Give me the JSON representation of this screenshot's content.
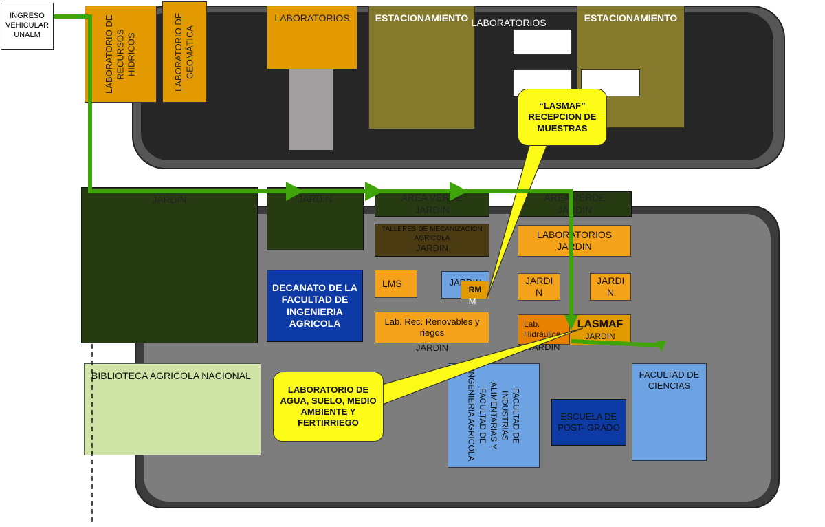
{
  "ingreso": "INGRESO VEHICULAR UNALM",
  "top_zone": {
    "lab_recursos": "LABORATORIO DE RECURSOS HIDRICOS",
    "lab_geomatica": "LABORATORIO DE GEOMÁTICA",
    "laboratorios_1": "LABORATORIOS",
    "estacionamiento_1": "ESTACIONAMIENTO",
    "laboratorios_2": "LABORATORIOS",
    "estacionamiento_2": "ESTACIONAMIENTO"
  },
  "gardens": {
    "jardin_big": "JARDIN",
    "jardin_mid": "JARDIN",
    "area_verde_1": "AREA VERDE",
    "area_verde_1_sub": "JARDIN",
    "area_verde_2": "AREA VERDE",
    "area_verde_2_sub": "JARDIN"
  },
  "buildings": {
    "talleres": "TALLERES DE MECANIZACION AGRICOLA",
    "talleres_sub": "JARDIN",
    "laboratorios_b": "LABORATORIOS",
    "laboratorios_b_sub": "JARDIN",
    "decanato": "DECANATO DE LA FACULTAD DE INGENIERIA AGRICOLA",
    "lms": "LMS",
    "jardin_small_1": "JARDIN",
    "rm": "RM",
    "rm_sub": "M",
    "jardin_n1": "JARDI N",
    "jardin_n2": "JARDI N",
    "lab_rec": "Lab. Rec. Renovables y riegos",
    "lab_rec_sub": "JARDIN",
    "lab_hidraulica": "Lab. Hidráulica",
    "lab_hidraulica_sub": "JARDIN",
    "lasmaf": "LASMAF",
    "lasmaf_sub": "JARDIN",
    "biblioteca": "BIBLIOTECA AGRICOLA NACIONAL",
    "fac_industrias": "FACULTAD DE INDUSTRIAS ALIMENTARIAS Y FACULTAD DE INGENIERIA AGRICOLA",
    "escuela_posgrado": "ESCUELA DE POST- GRADO",
    "fac_ciencias": "FACULTAD DE CIENCIAS"
  },
  "callouts": {
    "recepcion": "“LASMAF” RECEPCION DE MUESTRAS",
    "laboratorio_agua": "LABORATORIO DE AGUA, SUELO, MEDIO AMBIENTE Y FERTIRRIEGO"
  },
  "colors": {
    "route": "#3fa40a",
    "lab_orange": "#e39a00",
    "parking": "#857a2c",
    "garden": "#263b12",
    "blue_light": "#6ea3e3",
    "blue_dark": "#0d3aa5",
    "callout_yellow": "#fbfb17",
    "biblioteca_green": "#cfe4a6"
  }
}
